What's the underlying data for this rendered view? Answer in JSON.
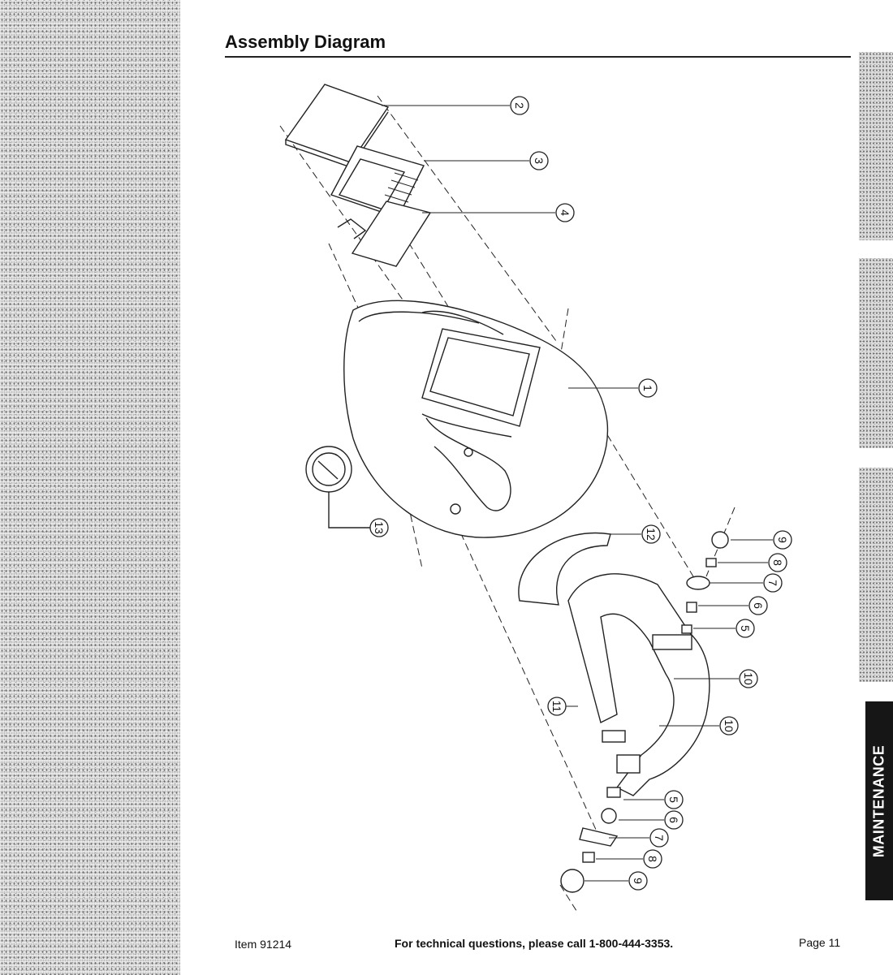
{
  "header": {
    "title": "Assembly Diagram"
  },
  "side_tabs": {
    "active_label": "MAINTENANCE"
  },
  "diagram": {
    "callouts": [
      "1",
      "2",
      "3",
      "4",
      "5",
      "6",
      "7",
      "8",
      "9",
      "10",
      "10",
      "11",
      "12",
      "13",
      "5",
      "6",
      "7",
      "8",
      "9"
    ]
  },
  "footer": {
    "item": "Item 91214",
    "help": "For technical questions, please call 1-800-444-3353.",
    "page": "Page 11"
  }
}
